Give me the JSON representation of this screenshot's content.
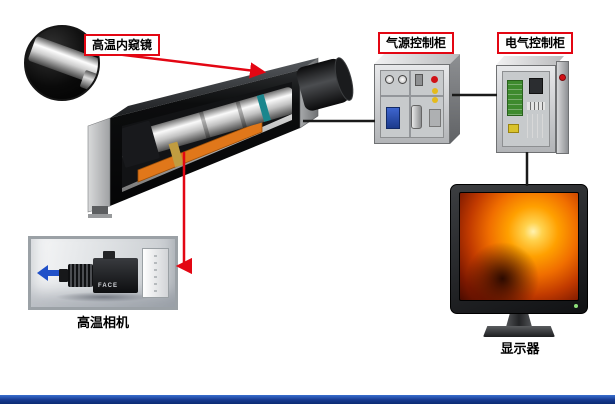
{
  "diagram": {
    "type": "high-temperature-furnace-endoscope-system",
    "labels": {
      "endoscope": "高温内窥镜",
      "gas_cabinet": "气源控制柜",
      "electric_cabinet": "电气控制柜",
      "camera": "高温相机",
      "monitor": "显示器"
    },
    "camera_body_text": "FACE",
    "colors": {
      "label_border_red": "#e30613",
      "pointer_red": "#e30613",
      "connector_black": "#1a1a1a",
      "flow_arrow_blue": "#2050c8",
      "cable_carrier_orange": "#e0771a",
      "furnace_glow_orange": "#ff9e00",
      "pcb_green": "#3e8a2e",
      "footer_blue": "#16398f"
    }
  }
}
